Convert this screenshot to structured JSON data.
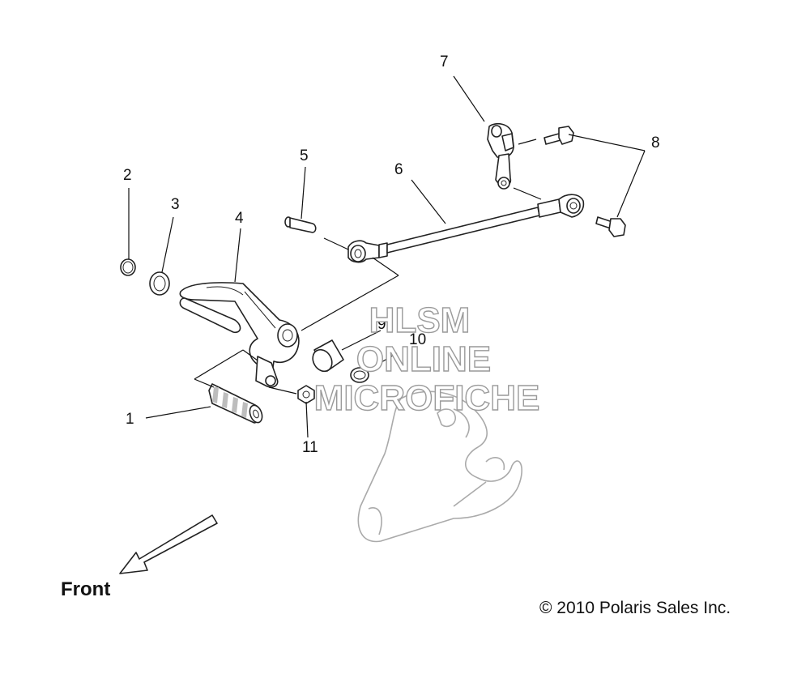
{
  "diagram": {
    "callouts": [
      "1",
      "2",
      "3",
      "4",
      "5",
      "6",
      "7",
      "8",
      "9",
      "10",
      "11"
    ],
    "watermark": [
      "HLSM",
      "ONLINE",
      "MICROFICHE"
    ],
    "direction_label": "Front",
    "copyright": "© 2010 Polaris Sales Inc."
  }
}
